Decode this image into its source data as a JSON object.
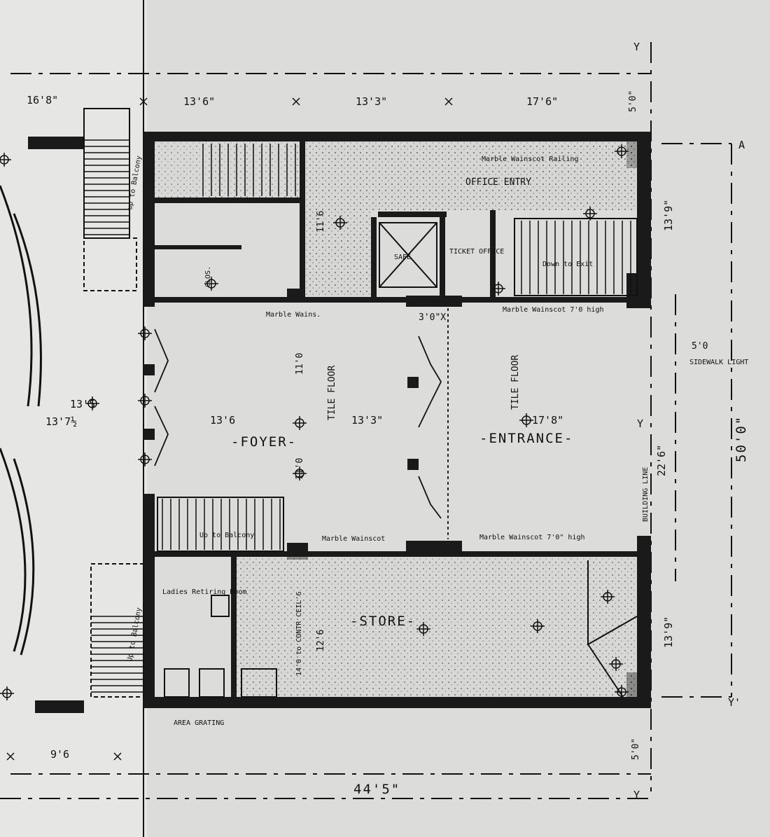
{
  "rooms": {
    "foyer": "-FOYER-",
    "entrance": "-ENTRANCE-",
    "store": "-STORE-",
    "office_entry": "OFFICE ENTRY",
    "ticket_office": "TICKET OFFICE",
    "ladies_retiring": "Ladies Retiring Room",
    "clos": "CLOS.",
    "safe": "SAFE"
  },
  "notes": {
    "marble_wainscot_top": "Marble Wainscot Railing",
    "marble_wains_left": "Marble Wains.",
    "marble_wains_right": "Marble Wainscot 7'0 high",
    "marble_wains_lower_left": "Marble Wainscot",
    "marble_wains_lower_right": "Marble Wainscot 7'0\" high",
    "tile_floor_1": "TILE FLOOR",
    "tile_floor_2": "TILE FLOOR",
    "up_balcony_top": "up to Balcony",
    "up_balcony_mid": "Up to Balcony",
    "up_balcony_left": "Up to Balcony",
    "down_to_exit": "Down to Exit",
    "sidewalk_light": "SIDEWALK LIGHT",
    "building_line": "BUILDING LINE",
    "area_grating": "AREA GRATING",
    "door_stop": "3'0\"X",
    "ceiling_height": "14'0 to CONTR CEIL'G"
  },
  "dimensions": {
    "top": [
      "16'8\"",
      "13'6\"",
      "13'3\"",
      "17'6\""
    ],
    "mid": [
      "13'5",
      "13'7½",
      "13'6",
      "13'3\"",
      "17'8\""
    ],
    "bottom_total": "44'5\"",
    "bottom_left": "9'6",
    "right_total": "50'0\"",
    "right_mid": "22'6\"",
    "right_top": "13'9\"",
    "right_bottom": "13'9\"",
    "setback_top": "5'0\"",
    "setback_bottom": "5'0\"",
    "sidewalk": "5'0",
    "foyer_height_1": "11'0",
    "foyer_height_2": "11'0",
    "office_width": "11'6",
    "store_width": "12'6"
  },
  "grid_marks": {
    "y_top": "Y",
    "y_bottom": "Y",
    "a": "A",
    "y_mid": "Y",
    "y_prime": "Y'"
  }
}
